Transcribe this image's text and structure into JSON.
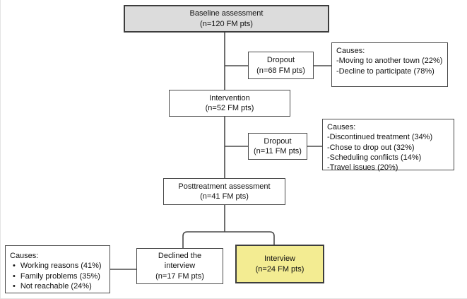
{
  "nodes": {
    "baseline": {
      "line1": "Baseline assessment",
      "line2": "(n=120 FM pts)"
    },
    "dropout1": {
      "line1": "Dropout",
      "line2": "(n=68 FM pts)"
    },
    "causes1": {
      "heading": "Causes:",
      "items": [
        "-Moving to another town (22%)",
        "-Decline to participate (78%)"
      ]
    },
    "intervention": {
      "line1": "Intervention",
      "line2": "(n=52 FM pts)"
    },
    "dropout2": {
      "line1": "Dropout",
      "line2": "(n=11 FM pts)"
    },
    "causes2": {
      "heading": "Causes:",
      "items": [
        "-Discontinued treatment (34%)",
        "-Chose to drop out (32%)",
        "-Scheduling conflicts (14%)",
        "-Travel issues (20%)"
      ]
    },
    "posttreatment": {
      "line1": "Posttreatment assessment",
      "line2": "(n=41 FM pts)"
    },
    "causes3": {
      "heading": "Causes:",
      "bullet": "•",
      "items": [
        "Working reasons (41%)",
        "Family problems (35%)",
        "Not reachable (24%)"
      ]
    },
    "declined": {
      "line1": "Declined the interview",
      "line2": "(n=17 FM pts)"
    },
    "interview": {
      "line1": "Interview",
      "line2": "(n=24 FM pts)"
    }
  },
  "colors": {
    "baseline_fill": "#dcdcdc",
    "interview_fill": "#f3ec92",
    "box_fill": "#ffffff",
    "border": "#4a4a4a",
    "connector": "#4a4a4a",
    "text": "#111111",
    "background": "#ffffff"
  }
}
